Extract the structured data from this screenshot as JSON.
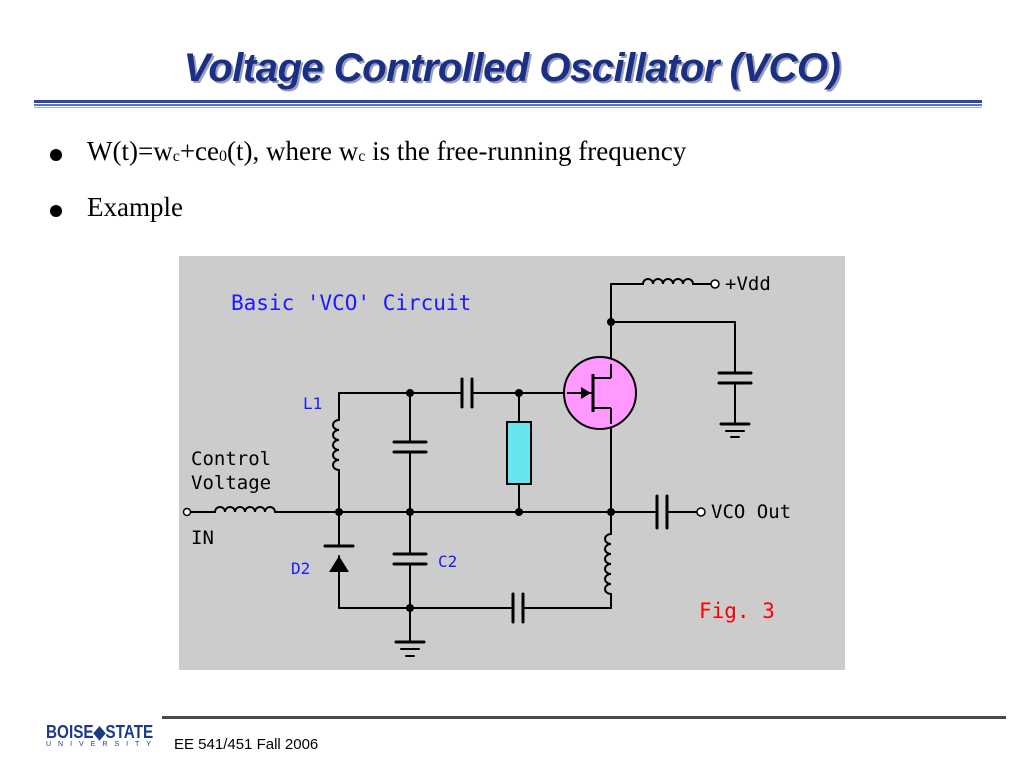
{
  "slide": {
    "title": "Voltage Controlled Oscillator (VCO)",
    "bullets": [
      {
        "parts": [
          "W(t)=w",
          "c",
          "+ce",
          "0",
          "(t), where w",
          "c",
          " is the free-running frequency"
        ]
      },
      {
        "parts": [
          "Example"
        ]
      }
    ]
  },
  "figure": {
    "title": "Basic 'VCO' Circuit",
    "label_vdd": "+Vdd",
    "label_l1": "L1",
    "label_control_line1": "Control",
    "label_control_line2": "Voltage",
    "label_in": "IN",
    "label_d2": "D2",
    "label_c2": "C2",
    "label_vco_out": "VCO Out",
    "label_fig": "Fig. 3",
    "colors": {
      "background": "#cccccc",
      "wire": "#000000",
      "blue_label": "#1a1aff",
      "red_label": "#ff0000",
      "transistor_fill": "#ff99ff",
      "resistor_fill": "#66e5ee"
    }
  },
  "footer": {
    "logo_main": "BOISE◆STATE",
    "logo_sub": "UNIVERSITY",
    "text": "EE 541/451 Fall 2006"
  }
}
